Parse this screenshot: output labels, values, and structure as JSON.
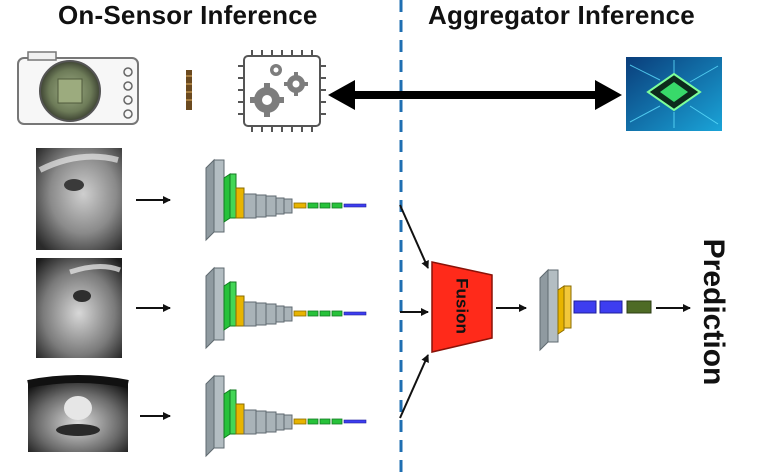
{
  "headings": {
    "left": "On-Sensor Inference",
    "right": "Aggregator Inference"
  },
  "fusion_label": "Fusion",
  "prediction_label": "Prediction",
  "icons": {
    "camera": "camera-icon",
    "ribbon_cable": "ribbon-cable-icon",
    "processor": "processor-gears-icon",
    "aggregator_chip": "aggregator-chip-icon"
  },
  "colors": {
    "divider": "#1f6fb2",
    "fusion": "#ff2a1a",
    "layer_gray": "#8f9aa0",
    "layer_green": "#27c23a",
    "layer_yellow": "#e8b400",
    "layer_blue": "#3d3df0",
    "layer_olive": "#4e6b25"
  },
  "eye_images": [
    {
      "name": "eye-image-1"
    },
    {
      "name": "eye-image-2"
    },
    {
      "name": "face-image-3"
    }
  ]
}
